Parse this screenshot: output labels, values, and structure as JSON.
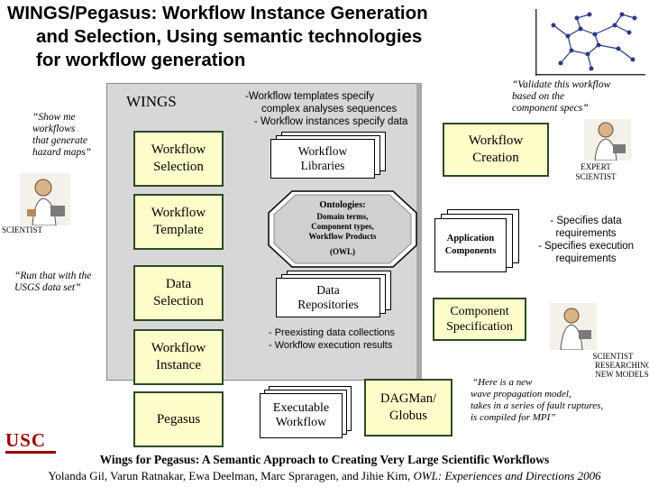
{
  "title": {
    "line1": "WINGS/Pegasus: Workflow Instance Generation",
    "line2": "and Selection, Using semantic technologies",
    "line3": "for workflow generation"
  },
  "wings_label": "WINGS",
  "templates_note": {
    "line1": "-Workflow templates specify",
    "line2": "complex analyses sequences",
    "line3": "- Workflow instances specify data"
  },
  "quotes": {
    "show_me": [
      "“Show me",
      "workflows",
      "that generate",
      "hazard maps”"
    ],
    "run_that": [
      "“Run that with the",
      "USGS data set”"
    ],
    "validate": [
      "“Validate this workflow",
      "based on the",
      "component specs”"
    ],
    "here_is": [
      "“Here is a new",
      "wave propagation model,",
      "takes in a series of fault ruptures,",
      "is compiled for MPI”"
    ]
  },
  "roles": {
    "scientist": "SCIENTIST",
    "expert": [
      "EXPERT",
      "SCIENTIST"
    ],
    "researching": [
      "SCIENTIST",
      "RESEARCHING",
      "NEW MODELS"
    ]
  },
  "boxes": {
    "workflow_selection": [
      "Workflow",
      "Selection"
    ],
    "workflow_template": [
      "Workflow",
      "Template"
    ],
    "data_selection": [
      "Data",
      "Selection"
    ],
    "workflow_instance": [
      "Workflow",
      "Instance"
    ],
    "pegasus": "Pegasus",
    "workflow_creation": [
      "Workflow",
      "Creation"
    ],
    "component_specification": [
      "Component",
      "Specification"
    ],
    "dagman": [
      "DAGMan/",
      "Globus"
    ]
  },
  "stacks": {
    "workflow_libraries": [
      "Workflow",
      "Libraries"
    ],
    "data_repositories": [
      "Data",
      "Repositories"
    ],
    "application_components": [
      "Application",
      "Components"
    ],
    "executable_workflow": [
      "Executable",
      "Workflow"
    ]
  },
  "ontologies": {
    "heading": "Ontologies:",
    "items": [
      "Domain terms,",
      "Component types,",
      "Workflow Products"
    ],
    "owl": "(OWL)"
  },
  "notes": {
    "preexisting": [
      "- Preexisting data collections",
      "- Workflow execution results"
    ],
    "specifies": [
      "- Specifies data",
      "requirements",
      "- Specifies execution",
      "requirements"
    ]
  },
  "logo_text": "USC",
  "caption": {
    "line1": "Wings for Pegasus: A Semantic Approach to Creating Very Large Scientific Workflows",
    "line2_prefix": "Yolanda Gil, Varun Ratnakar, Ewa Deelman, Marc Spraragen, and Jihie Kim, ",
    "line2_venue": "OWL: Experiences and Directions 2006"
  },
  "colors": {
    "panel": "#d7d7d7",
    "box_fill": "#ffffcc",
    "box_border": "#2c4a26",
    "logo": "#990000"
  }
}
